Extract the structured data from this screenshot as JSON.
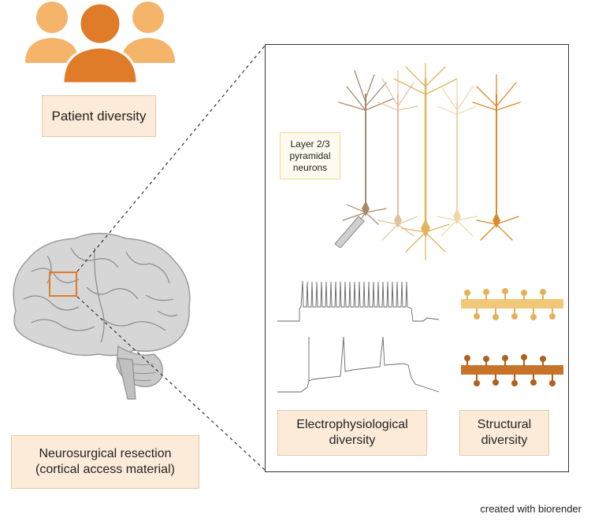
{
  "labels": {
    "patient_diversity": "Patient diversity",
    "layer_neurons": "Layer 2/3\npyramidal\nneurons",
    "electro_diversity": "Electrophysiological\ndiversity",
    "structural_diversity": "Structural\ndiversity",
    "neurosurgical": "Neurosurgical resection\n(cortical access material)",
    "credit": "created with biorender"
  },
  "colors": {
    "person_light": "#f4b46a",
    "person_dark": "#e07b2a",
    "box_fill": "#fdebd9",
    "box_border": "#e8c7a3",
    "brain": "#d6d6d6",
    "brain_line": "#8f8f8f",
    "roi": "#e07b2a",
    "neuron_tan": "#d7b07a",
    "neuron_brown": "#a88a6a",
    "neuron_gold": "#e3b35d",
    "neuron_orange": "#d98a2a",
    "dendrite_light": "#e6b05a",
    "dendrite_dark": "#b0601f"
  },
  "icons": {
    "patients": "people-group-icon",
    "brain": "brain-icon",
    "electrode": "patch-pipette-icon"
  }
}
